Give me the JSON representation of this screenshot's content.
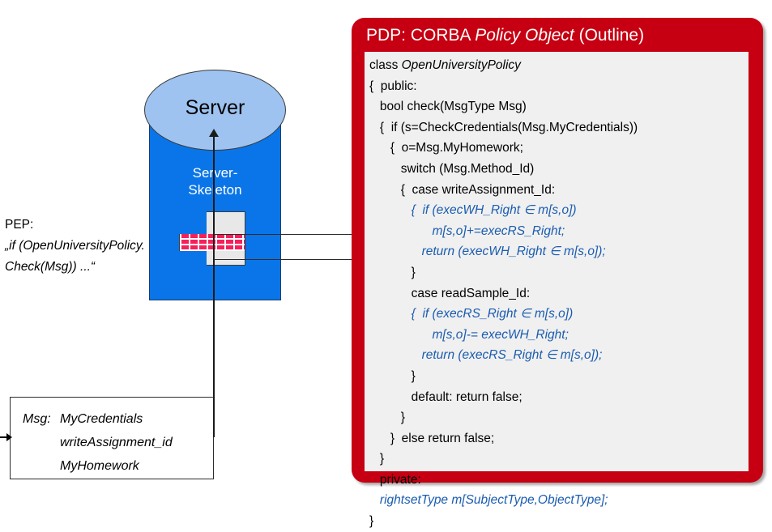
{
  "diagram": {
    "server": {
      "title": "Server",
      "skeleton_label_line1": "Server-",
      "skeleton_label_line2": "Skeleton",
      "body_color": "#0A75E8",
      "top_color": "#9EC3F0",
      "firewall_color": "#F5205A"
    },
    "pep": {
      "title": "PEP:",
      "line1": "„if (OpenUniversityPolicy.",
      "line2": "Check(Msg)) ...“"
    },
    "msg_box": {
      "label": "Msg:",
      "fields": [
        "MyCredentials",
        "writeAssignment_id",
        "MyHomework"
      ]
    }
  },
  "pdp": {
    "title_prefix": "PDP: CORBA ",
    "title_italic": "Policy Object",
    "title_suffix": " (Outline)",
    "accent_color": "#C60012",
    "code_bg_color": "#F0F0F0",
    "code_blue_color": "#1A5CB0",
    "code_lines": [
      {
        "text": "class ",
        "italic_text": "OpenUniversityPolicy",
        "style": "black-with-italic"
      },
      {
        "text": "{  public:",
        "style": "black"
      },
      {
        "text": "   bool check(MsgType Msg)",
        "style": "black"
      },
      {
        "text": "   {  if (s=CheckCredentials(Msg.MyCredentials))",
        "style": "black"
      },
      {
        "text": "      {  o=Msg.MyHomework;",
        "style": "black"
      },
      {
        "text": "         switch (Msg.Method_Id)",
        "style": "black"
      },
      {
        "text": "         {  case writeAssignment_Id:",
        "style": "black"
      },
      {
        "text": "            {  if (execWH_Right ∈ m[s,o])",
        "style": "blue"
      },
      {
        "text": "                  m[s,o]+=execRS_Right;",
        "style": "blue"
      },
      {
        "text": "               return (execWH_Right ∈ m[s,o]);",
        "style": "blue"
      },
      {
        "text": "            }",
        "style": "black"
      },
      {
        "text": "            case readSample_Id:",
        "style": "black"
      },
      {
        "text": "            {  if (execRS_Right ∈ m[s,o])",
        "style": "blue"
      },
      {
        "text": "                  m[s,o]-= execWH_Right;",
        "style": "blue"
      },
      {
        "text": "               return (execRS_Right ∈ m[s,o]);",
        "style": "blue"
      },
      {
        "text": "            }",
        "style": "black"
      },
      {
        "text": "            default: return false;",
        "style": "black"
      },
      {
        "text": "         }",
        "style": "black"
      },
      {
        "text": "      }  else return false;",
        "style": "black"
      },
      {
        "text": "   }",
        "style": "black"
      },
      {
        "text": "   private:",
        "style": "black"
      },
      {
        "text": "   rightsetType m[SubjectType,ObjectType];",
        "style": "blue"
      },
      {
        "text": "}",
        "style": "black"
      }
    ]
  }
}
